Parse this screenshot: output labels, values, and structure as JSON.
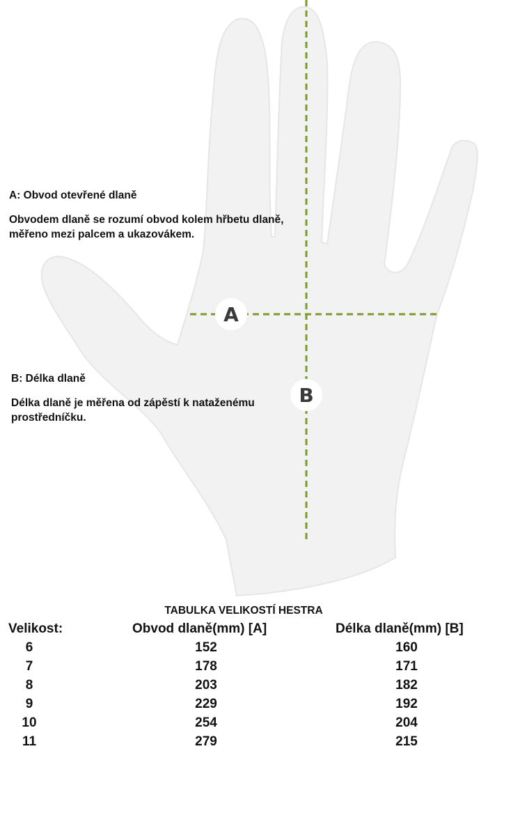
{
  "colors": {
    "guide_line": "#7a9a2a",
    "hand_fill": "#f2f2f2",
    "hand_outline": "#e6e6e6"
  },
  "icons": [
    "hand-outline-icon"
  ],
  "measure_a": {
    "heading": "A: Obvod otevřené dlaně",
    "description_line1": "Obvodem dlaně se rozumí obvod kolem hřbetu dlaně,",
    "description_line2": "měřeno mezi palcem a ukazovákem.",
    "marker": "A"
  },
  "measure_b": {
    "heading": "B: Délka dlaně",
    "description_line1": "Délka dlaně je měřena od zápěstí k nataženému",
    "description_line2": "prostředníčku.",
    "marker": "B"
  },
  "table": {
    "title": "TABULKA VELIKOSTÍ HESTRA",
    "headers": [
      "Velikost:",
      "Obvod dlaně(mm) [A]",
      "Délka dlaně(mm) [B]"
    ],
    "rows": [
      [
        "6",
        "152",
        "160"
      ],
      [
        "7",
        "178",
        "171"
      ],
      [
        "8",
        "203",
        "182"
      ],
      [
        "9",
        "229",
        "192"
      ],
      [
        "10",
        "254",
        "204"
      ],
      [
        "11",
        "279",
        "215"
      ]
    ]
  }
}
